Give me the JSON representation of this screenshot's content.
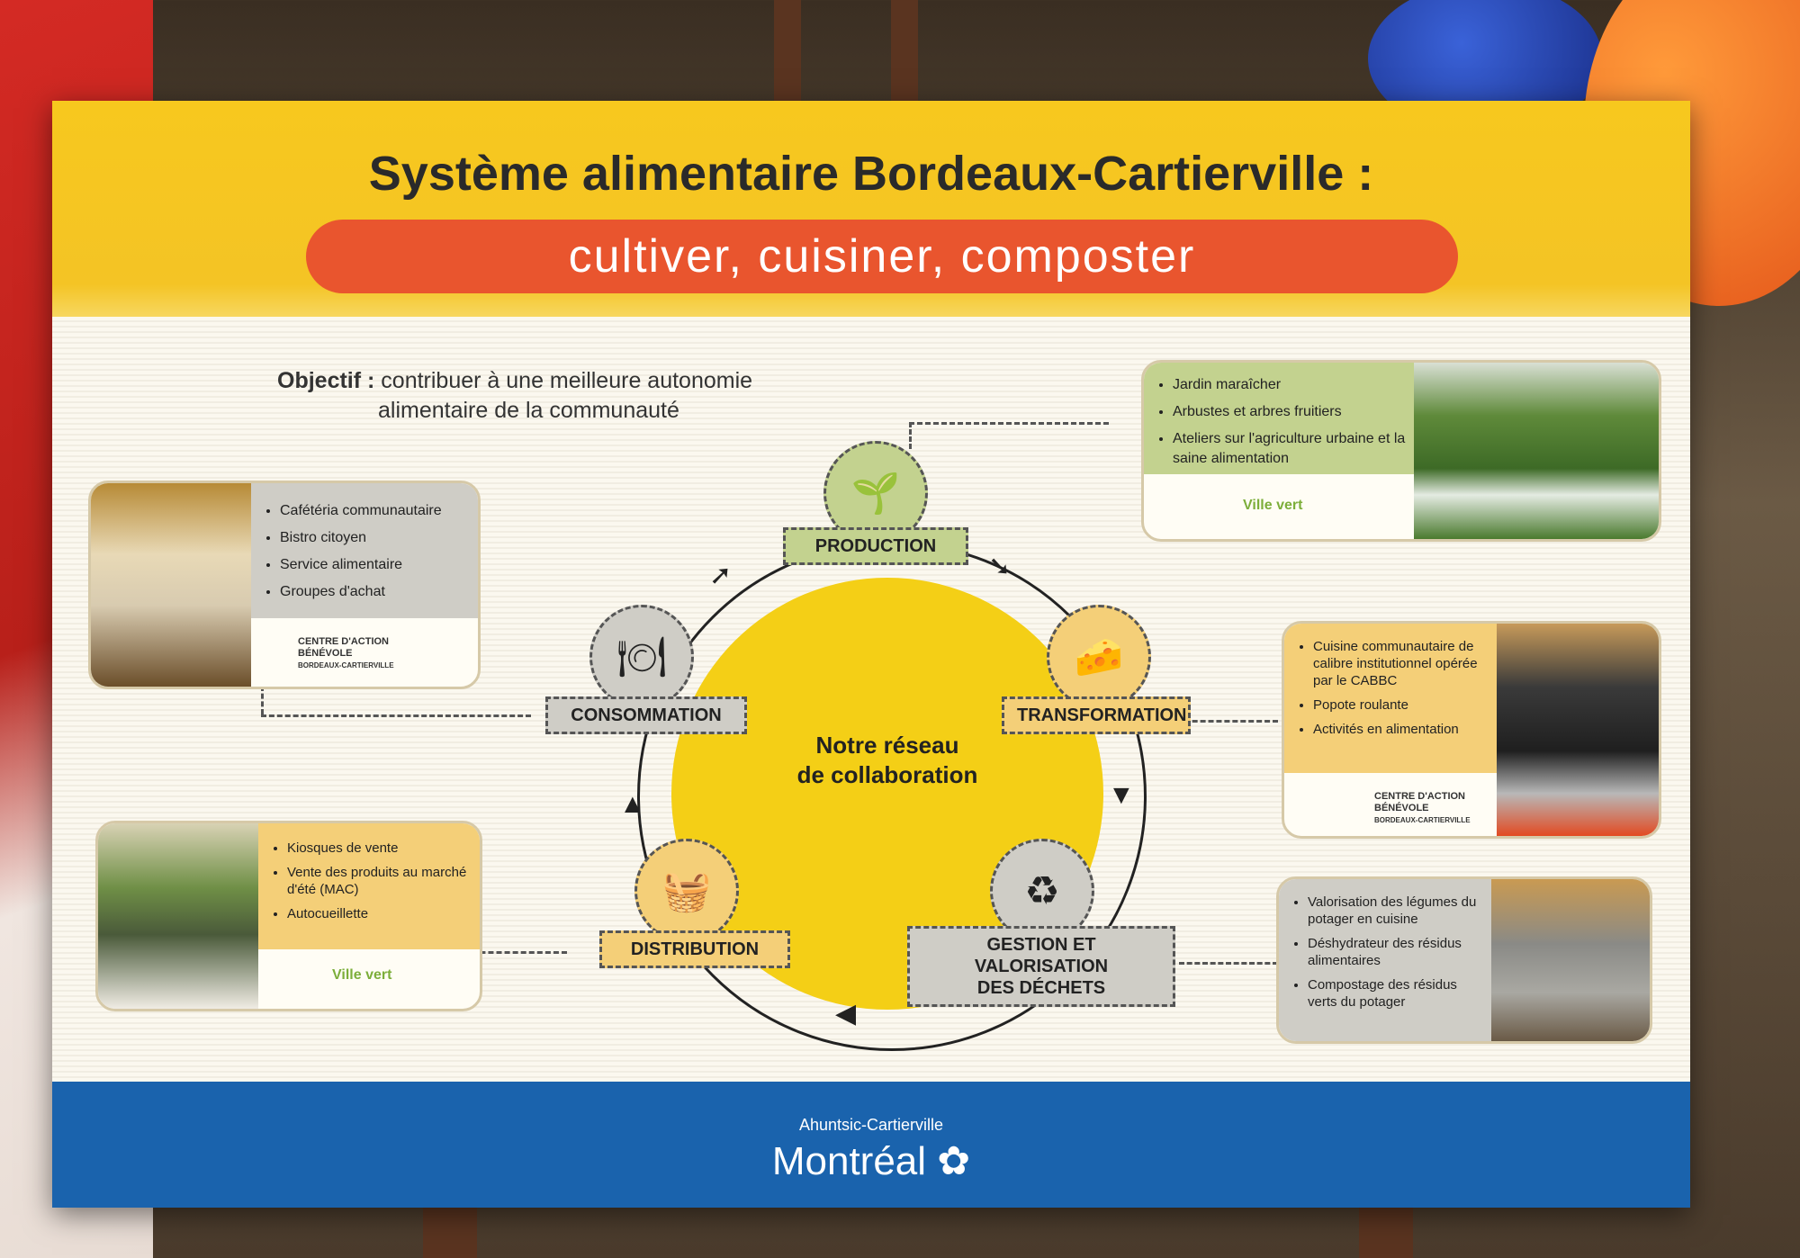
{
  "poster": {
    "title": "Système alimentaire Bordeaux-Cartierville :",
    "subtitle": "cultiver, cuisiner, composter",
    "objective_label": "Objectif :",
    "objective_line1": "contribuer à une meilleure autonomie",
    "objective_line2": "alimentaire de la communauté",
    "center_line1": "Notre réseau",
    "center_line2": "de collaboration"
  },
  "nodes": {
    "production": "PRODUCTION",
    "transformation": "TRANSFORMATION",
    "waste_line1": "GESTION ET VALORISATION",
    "waste_line2": "DES DÉCHETS",
    "distribution": "DISTRIBUTION",
    "consommation": "CONSOMMATION"
  },
  "cards": {
    "production_items": [
      "Jardin maraîcher",
      "Arbustes et arbres fruitiers",
      "Ateliers sur l'agriculture urbaine et la saine alimentation"
    ],
    "consommation_items": [
      "Cafétéria communautaire",
      "Bistro citoyen",
      "Service alimentaire",
      "Groupes d'achat"
    ],
    "transformation_items": [
      "Cuisine communautaire de calibre institutionnel opérée par le CABBC",
      "Popote roulante",
      "Activités en alimentation"
    ],
    "distribution_items": [
      "Kiosques de vente",
      "Vente des produits au marché d'été (MAC)",
      "Autocueillette"
    ],
    "waste_items": [
      "Valorisation des légumes du potager en cuisine",
      "Déshydrateur des résidus alimentaires",
      "Compostage des résidus verts du potager"
    ]
  },
  "logos": {
    "ville_en_vert": "Ville vert",
    "cab_line1": "CENTRE D'ACTION",
    "cab_line2": "BÉNÉVOLE",
    "cab_line3": "BORDEAUX-CARTIERVILLE"
  },
  "footer": {
    "borough": "Ahuntsic-Cartierville",
    "city": "Montréal"
  },
  "colors": {
    "yellow": "#f4c425",
    "orange_bar": "#e9552e",
    "blue_band": "#1a63ad",
    "green_card": "#c3d28f",
    "gold_card": "#f4cf78",
    "grey_card": "#cfcdc6"
  },
  "icons": {
    "production": "seedling-icon",
    "transformation": "jar-cheese-icon",
    "waste": "recycle-icon",
    "distribution": "basket-icon",
    "consommation": "plate-cutlery-icon",
    "footer": "montreal-flower-icon"
  }
}
